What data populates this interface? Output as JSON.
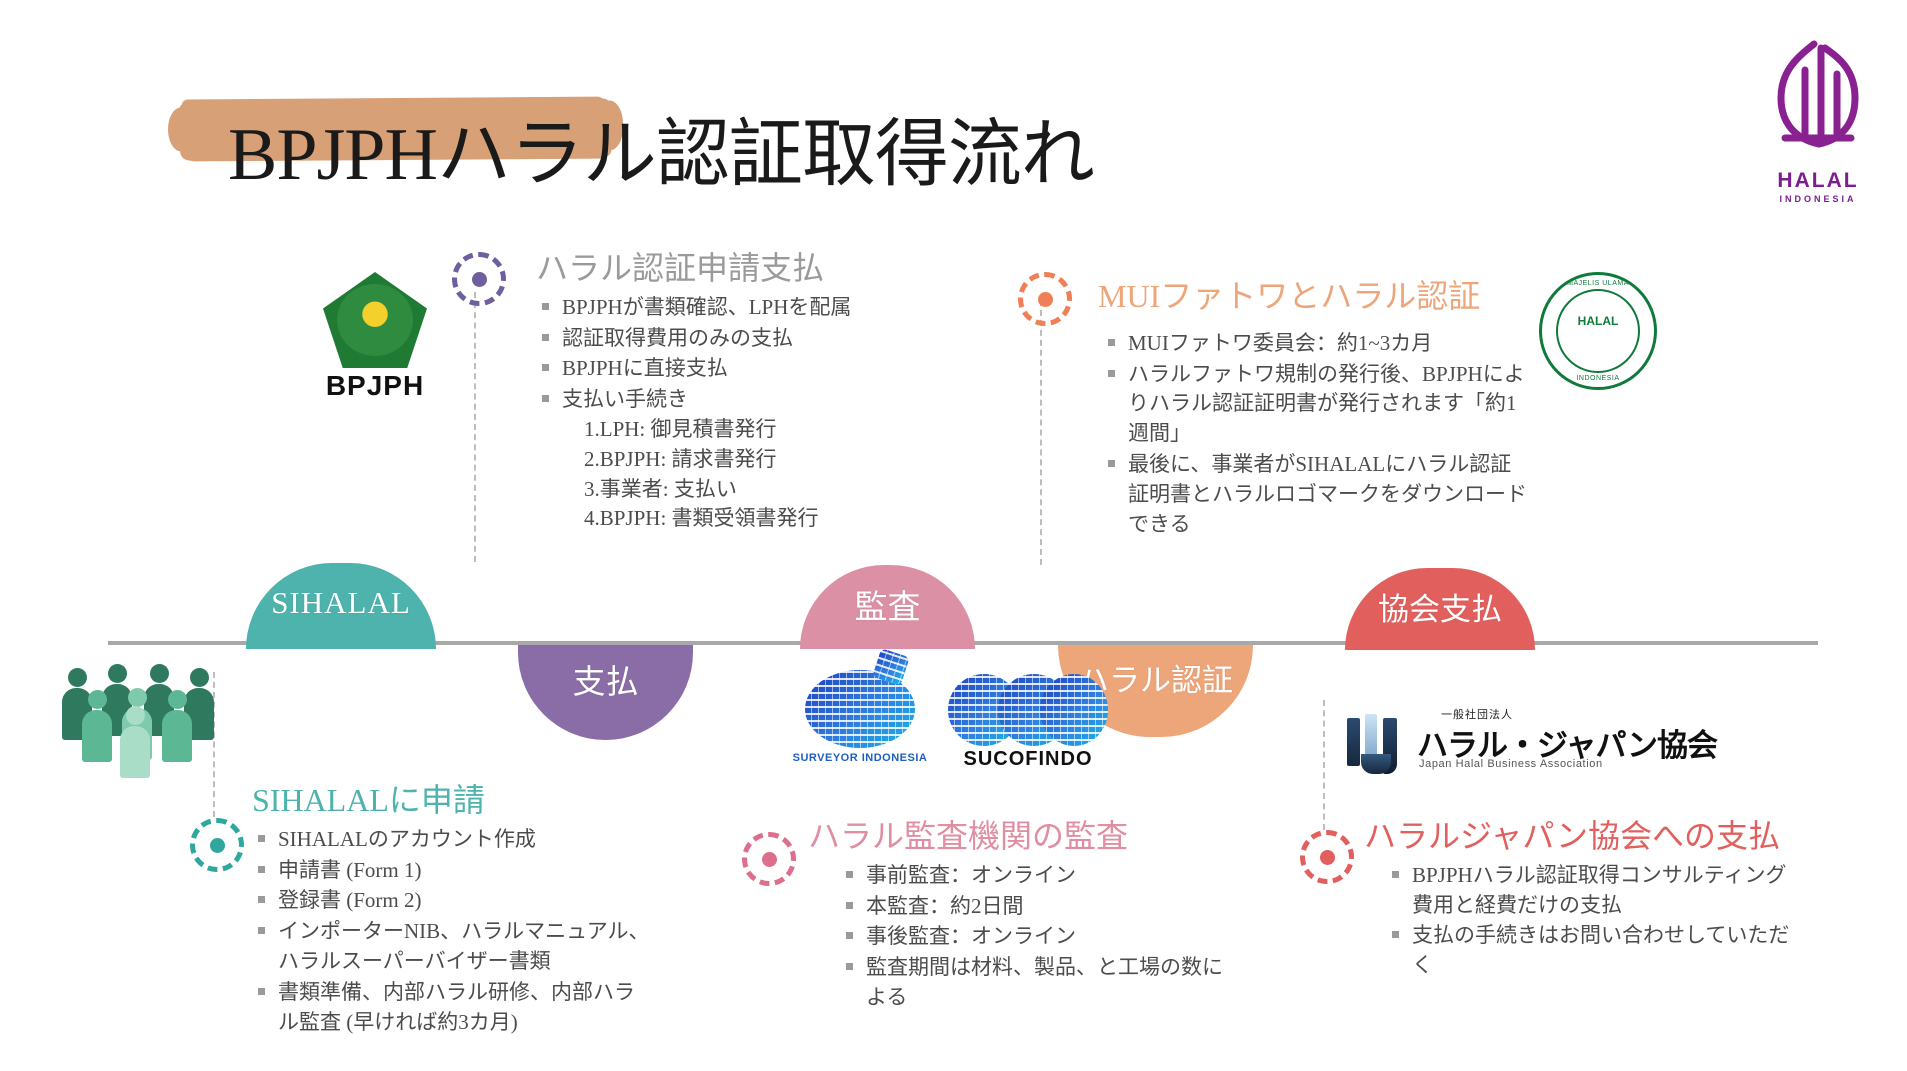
{
  "page_title": "BPJPHハラル認証取得流れ",
  "brand_logo": {
    "name": "HALAL INDONESIA",
    "line1": "HALAL",
    "line2": "INDONESIA",
    "color": "#7b1f8f"
  },
  "timeline": {
    "milestones": [
      {
        "label": "SIHALAL",
        "color": "#4eb3ad",
        "direction": "up"
      },
      {
        "label": "支払",
        "color": "#8a6da6",
        "direction": "down"
      },
      {
        "label": "監査",
        "color": "#dc90a5",
        "direction": "up"
      },
      {
        "label": "ハラル認証",
        "color": "#eda57a",
        "direction": "down"
      },
      {
        "label": "協会支払",
        "color": "#e1605d",
        "direction": "up"
      }
    ]
  },
  "steps": [
    {
      "id": "sihalal-application",
      "title": "SIHALALに申請",
      "title_color": "#4eb3ad",
      "marker_color": "#2fa79f",
      "bullets": [
        "SIHALALのアカウント作成",
        "申請書 (Form 1)",
        "登録書 (Form 2)",
        "インポーターNIB、ハラルマニュアル、ハラルスーパーバイザー書類",
        "書類準備、内部ハラル研修、内部ハラル監査 (早ければ約3カ月)"
      ]
    },
    {
      "id": "halal-application-payment",
      "title": "ハラル認証申請支払",
      "title_color": "#8a8a8a",
      "marker_color": "#6f5f9e",
      "bullets": [
        "BPJPHが書類確認、LPHを配属",
        "認証取得費用のみの支払",
        "BPJPHに直接支払",
        "支払い手続き"
      ],
      "sub_bullets": [
        "1.LPH: 御見積書発行",
        "2.BPJPH: 請求書発行",
        "3.事業者: 支払い",
        "4.BPJPH: 書類受領書発行"
      ]
    },
    {
      "id": "halal-audit-body",
      "title": "ハラル監査機関の監査",
      "title_color": "#e08ea1",
      "marker_color": "#dc6f8c",
      "bullets": [
        "事前監査：オンライン",
        "本監査：約2日間",
        "事後監査：オンライン",
        "監査期間は材料、製品、と工場の数による"
      ]
    },
    {
      "id": "mui-fatwa-halal-cert",
      "title": "MUIファトワとハラル認証",
      "title_color": "#eda57a",
      "marker_color": "#ef7f57",
      "bullets": [
        "MUIファトワ委員会：約1~3カ月",
        "ハラルファトワ規制の発行後、BPJPHによりハラル認証証明書が発行されます「約1週間」",
        "最後に、事業者がSIHALALにハラル認証証明書とハラルロゴマークをダウンロードできる"
      ]
    },
    {
      "id": "halal-japan-association-payment",
      "title": "ハラルジャパン協会への支払",
      "title_color": "#e1605d",
      "marker_color": "#e1605d",
      "bullets": [
        "BPJPHハラル認証取得コンサルティング費用と経費だけの支払",
        "支払の手続きはお問い合わせしていただく"
      ]
    }
  ],
  "logos": {
    "bpjph": {
      "name": "BPJPH",
      "caption": "BPJPH"
    },
    "mui": {
      "name": "MUI",
      "top": "MAJELIS ULAMA",
      "center": "HALAL",
      "bottom": "INDONESIA"
    },
    "surveyor_indonesia": {
      "name": "SURVEYOR INDONESIA",
      "caption": "SURVEYOR INDONESIA"
    },
    "sucofindo": {
      "name": "SUCOFINDO",
      "caption": "SUCOFINDO"
    },
    "halal_japan_association": {
      "name": "ハラル・ジャパン協会",
      "top": "一般社団法人",
      "main": "ハラル・ジャパン協会",
      "sub": "Japan Halal Business Association"
    },
    "people": {
      "name": "applicants-group"
    }
  }
}
